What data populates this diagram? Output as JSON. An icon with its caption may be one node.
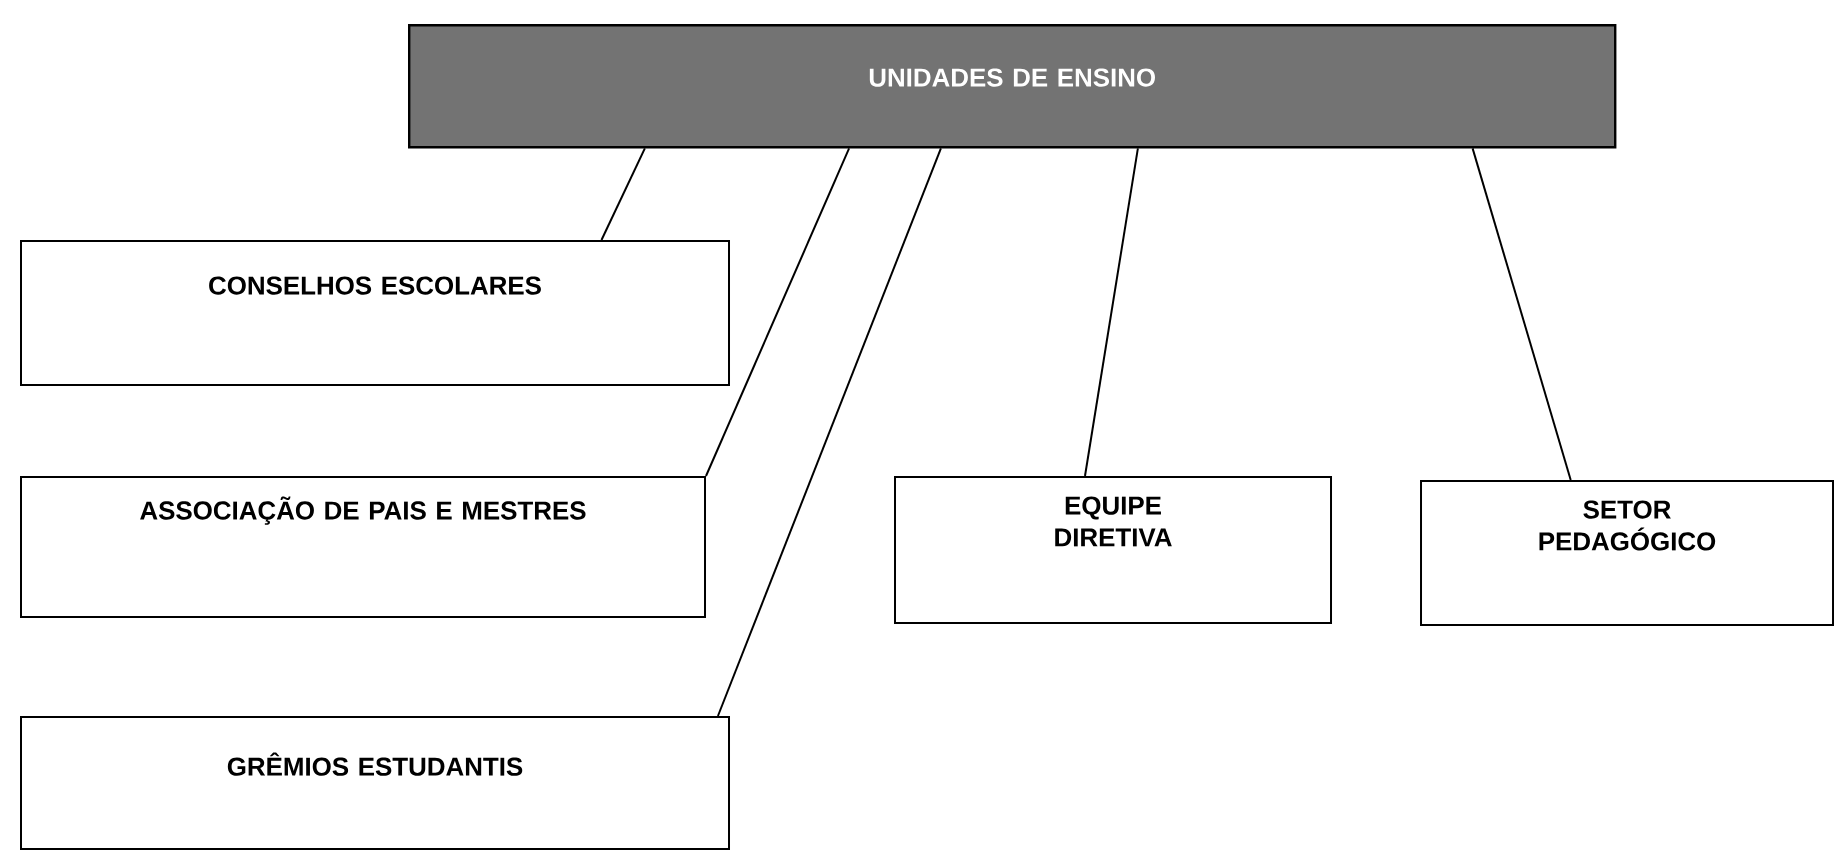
{
  "diagram": {
    "nodes": [
      {
        "text": [
          "UNIDADES DE ENSINO"
        ]
      },
      {
        "text": [
          "CONSELHOS ESCOLARES"
        ]
      },
      {
        "text": [
          "ASSOCIAÇÃO DE PAIS E MESTRES"
        ]
      },
      {
        "text": [
          "GRÊMIOS ESTUDANTIS"
        ]
      },
      {
        "text": [
          "EQUIPE DIRETIVA"
        ]
      },
      {
        "text": [
          "SETOR PEDAGÓGICO"
        ]
      }
    ],
    "edges": [
      {
        "from": 0,
        "to": 1,
        "arrow": "none"
      },
      {
        "from": 0,
        "to": 2,
        "arrow": "none"
      },
      {
        "from": 0,
        "to": 3,
        "arrow": "none"
      },
      {
        "from": 0,
        "to": 4,
        "arrow": "none"
      },
      {
        "from": 0,
        "to": 5,
        "arrow": "none"
      }
    ]
  }
}
